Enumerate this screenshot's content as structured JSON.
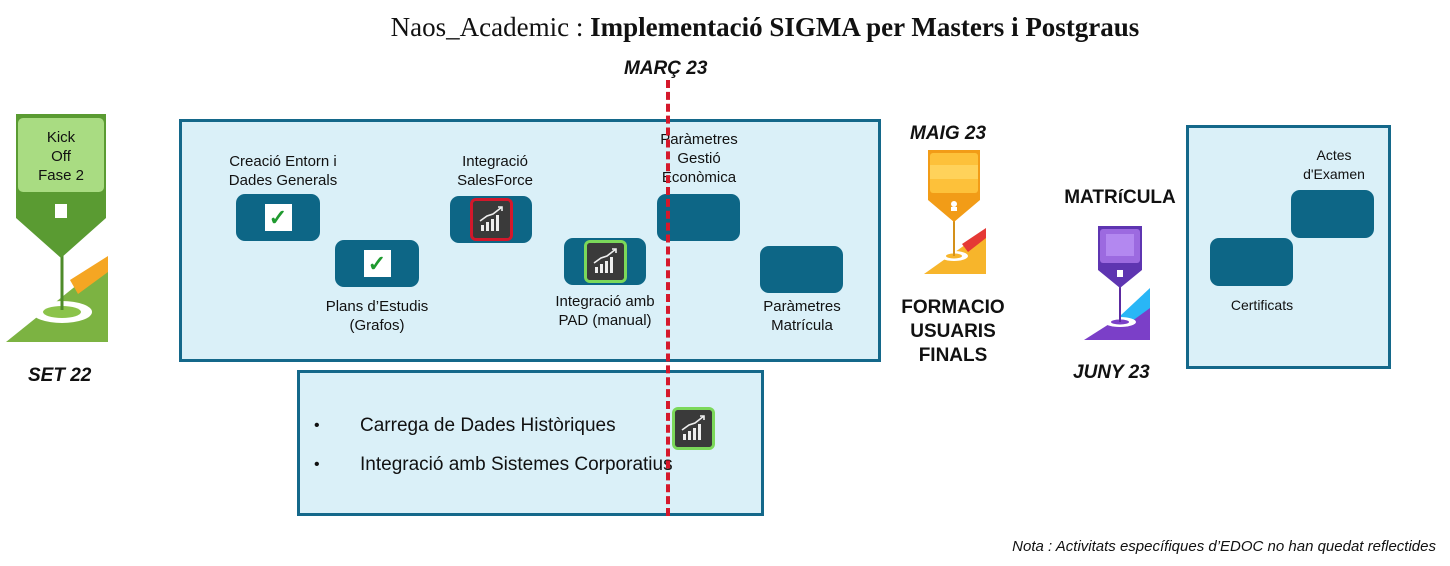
{
  "title": {
    "part1": "Naos_Academic",
    "separator": " : ",
    "part2": "Implementació SIGMA per Masters i Postgraus"
  },
  "kickoff": {
    "line1": "Kick",
    "line2": "Off",
    "line3": "Fase 2",
    "date": "SET 22"
  },
  "marker_date": "MARÇ 23",
  "phase_tasks": {
    "creacio_entorn": {
      "line1": "Creació Entorn i",
      "line2": "Dades Generals"
    },
    "plans_estudis": {
      "line1": "Plans d’Estudis",
      "line2": "(Grafos)"
    },
    "integracio_salesforce": {
      "line1": "Integració",
      "line2": "SalesForce"
    },
    "integracio_pad": {
      "line1": "Integració amb",
      "line2": "PAD (manual)"
    },
    "parametres_gestio": {
      "line1": "Paràmetres",
      "line2": "Gestió",
      "line3": "Econòmica"
    },
    "parametres_matricula": {
      "line1": "Paràmetres",
      "line2": "Matrícula"
    }
  },
  "migration_box": {
    "items": [
      "Carrega de Dades Històriques",
      "Integració amb Sistemes Corporatius"
    ],
    "bullet": "•"
  },
  "formacio": {
    "date": "MAIG 23",
    "line1": "FORMACIO",
    "line2": "USUARIS",
    "line3": "FINALS"
  },
  "matricula": {
    "label": "MATRíCULA",
    "date": "JUNY 23"
  },
  "final_box": {
    "actes": {
      "line1": "Actes",
      "line2": "d'Examen"
    },
    "certificats": "Certificats"
  },
  "note": "Nota : Activitats específiques d’EDOC no han quedat reflectides",
  "colors": {
    "tile_blue": "#0d6686",
    "box_border": "#14688a",
    "box_fill": "#daf0f8",
    "dash_red": "#d5182b",
    "kickoff_green": "#86c44a",
    "formacio_orange": "#f7b52b",
    "matricula_purple": "#7b3fc8",
    "check_green": "#1f9a2f"
  },
  "icons": [
    "check-icon",
    "trend-chart-icon",
    "pin-marker-icon",
    "person-icon"
  ]
}
